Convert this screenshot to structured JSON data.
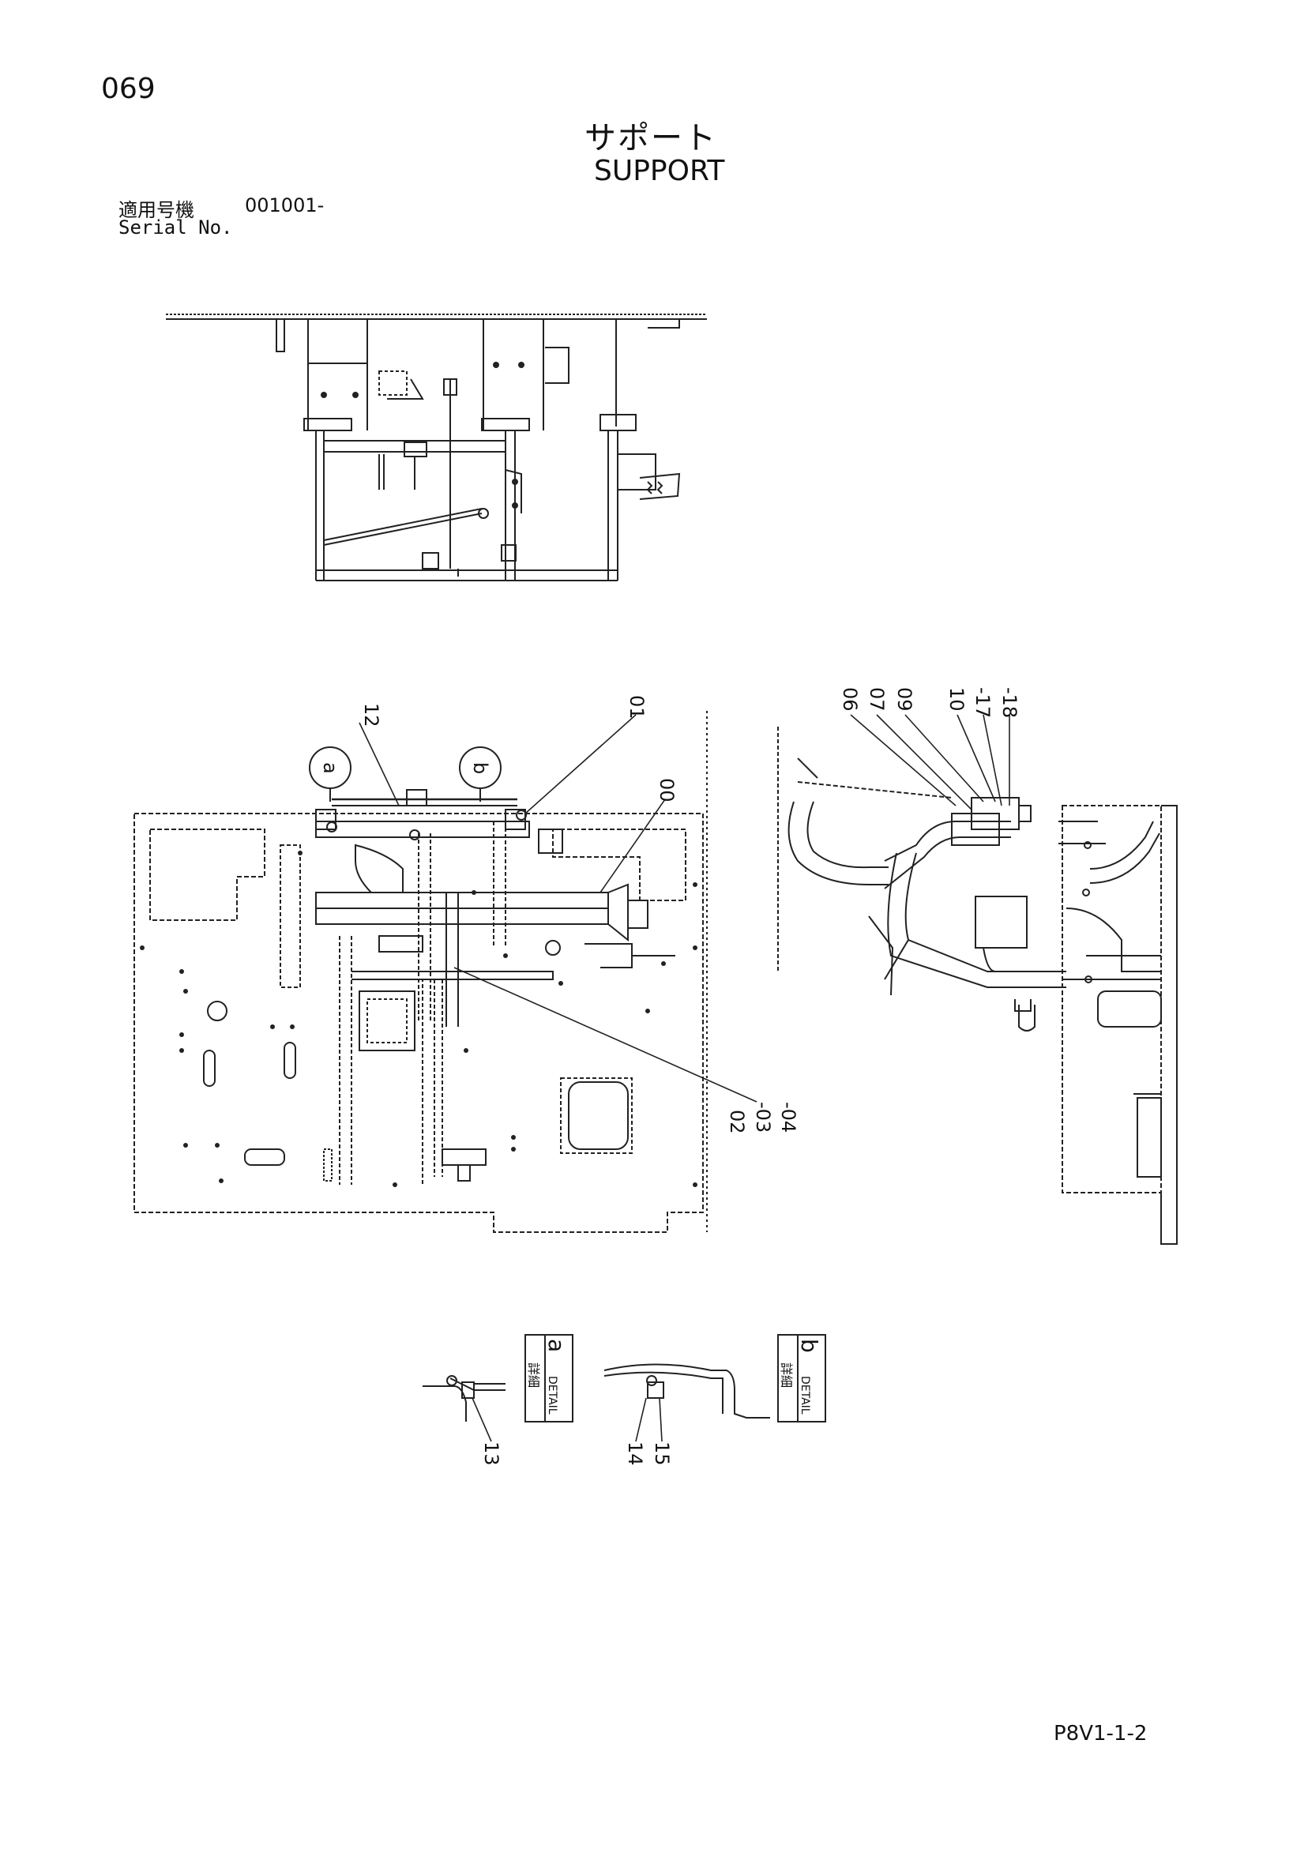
{
  "header": {
    "page_number": "069",
    "title_jp": "サポート",
    "title_en": "SUPPORT",
    "serial_label_jp": "適用号機",
    "serial_value": "001001-",
    "serial_label_en": "Serial No."
  },
  "callouts": {
    "c12": "12",
    "c01": "01",
    "c00": "00",
    "c02": "02",
    "c03": "-03",
    "c04": "-04",
    "c06": "06",
    "c07": "07",
    "c09": "09",
    "c10": "10",
    "c17": "-17",
    "c18": "-18",
    "c13": "13",
    "c14": "14",
    "c15": "15",
    "bubble_a": "a",
    "bubble_b": "b"
  },
  "details": {
    "a": {
      "jp": "詳細",
      "en": "DETAIL",
      "letter": "a"
    },
    "b": {
      "jp": "詳細",
      "en": "DETAIL",
      "letter": "b"
    }
  },
  "footer": {
    "code": "P8V1-1-2"
  }
}
